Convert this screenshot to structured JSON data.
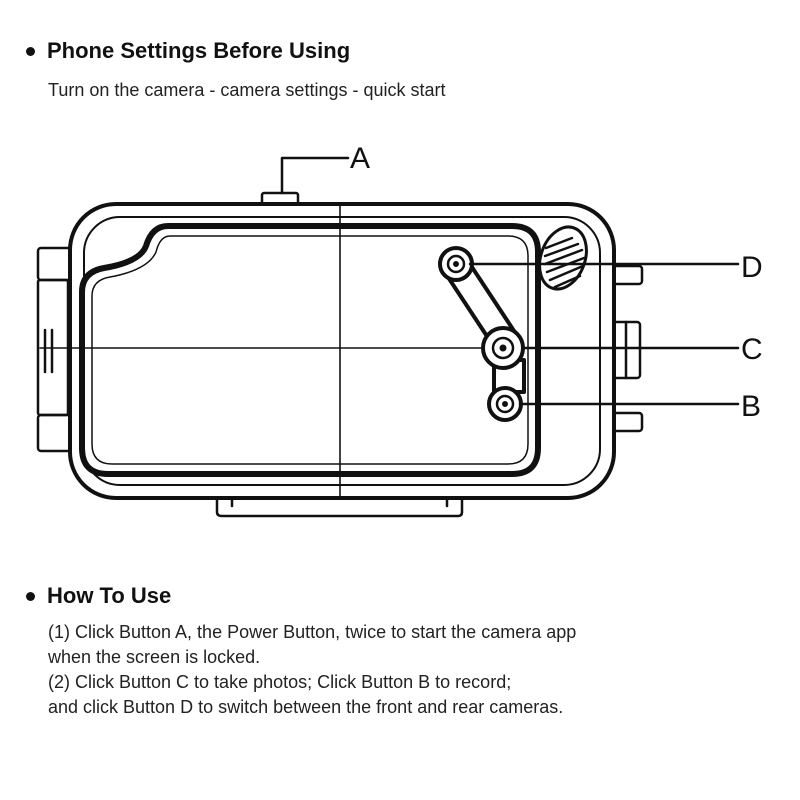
{
  "settings": {
    "heading": "Phone Settings Before Using",
    "text": "Turn on the camera - camera settings - quick start"
  },
  "diagram": {
    "labels": {
      "a": "A",
      "b": "B",
      "c": "C",
      "d": "D"
    }
  },
  "howto": {
    "heading": "How To Use",
    "lines": [
      "(1) Click Button A, the Power Button, twice to start the camera app",
      "when the screen is locked.",
      "(2) Click Button C to take photos; Click Button B to record;",
      "and click Button D to switch between the front and rear cameras."
    ]
  }
}
